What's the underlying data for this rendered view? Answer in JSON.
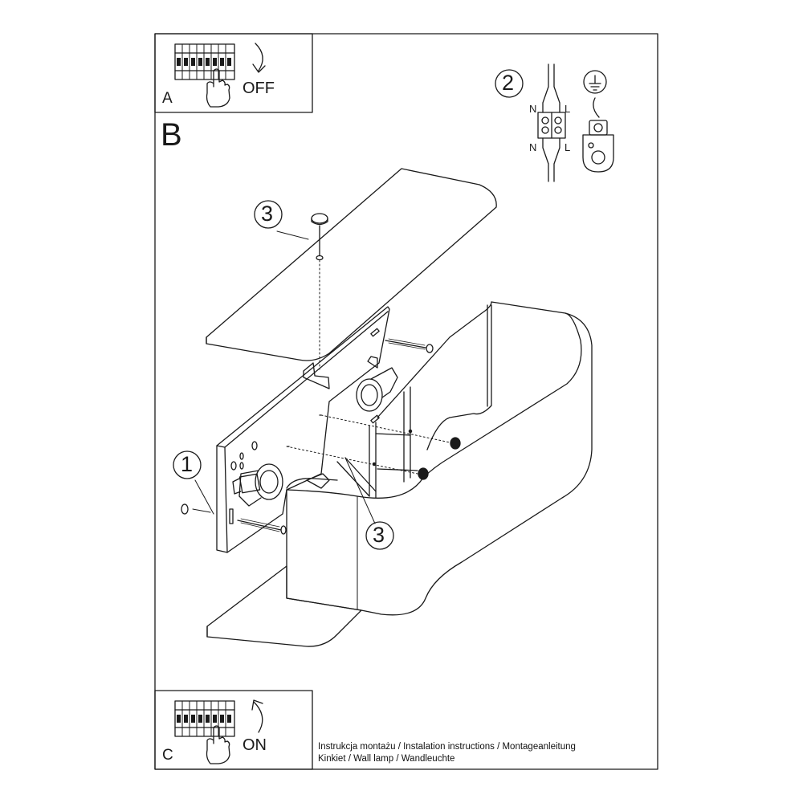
{
  "panel_a": {
    "letter": "A",
    "switch_label": "OFF"
  },
  "panel_b": {
    "letter": "B"
  },
  "panel_c": {
    "letter": "C",
    "switch_label": "ON"
  },
  "callouts": {
    "screw_top": "3",
    "wiring_step": "2",
    "bracket": "1",
    "screw_inner": "3"
  },
  "wiring": {
    "neutral": "N",
    "live": "L"
  },
  "caption": {
    "line1": "Instrukcja montażu / Instalation instructions / Montageanleitung",
    "line2": "Kinkiet  / Wall lamp / Wandleuchte"
  }
}
